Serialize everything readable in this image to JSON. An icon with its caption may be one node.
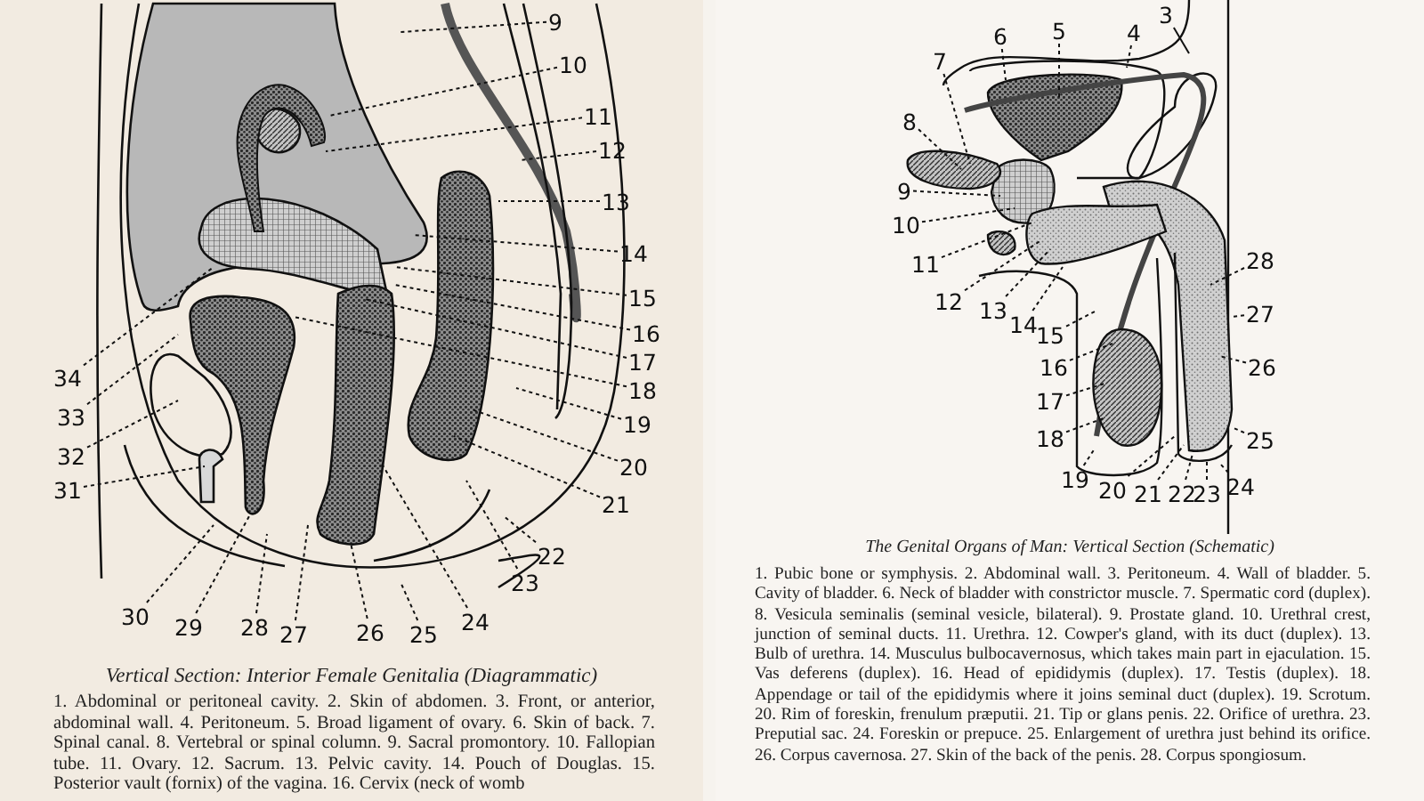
{
  "diagram": {
    "nodes": [
      {
        "text": [
          "9"
        ]
      },
      {
        "text": [
          "10"
        ]
      },
      {
        "text": [
          "11"
        ]
      },
      {
        "text": [
          "12"
        ]
      },
      {
        "text": [
          "13"
        ]
      },
      {
        "text": [
          "14"
        ]
      },
      {
        "text": [
          "15"
        ]
      },
      {
        "text": [
          "16"
        ]
      },
      {
        "text": [
          "17"
        ]
      },
      {
        "text": [
          "18"
        ]
      },
      {
        "text": [
          "19"
        ]
      },
      {
        "text": [
          "20"
        ]
      },
      {
        "text": [
          "21"
        ]
      },
      {
        "text": [
          "22"
        ]
      },
      {
        "text": [
          "23"
        ]
      },
      {
        "text": [
          "24"
        ]
      },
      {
        "text": [
          "25"
        ]
      },
      {
        "text": [
          "26"
        ]
      },
      {
        "text": [
          "27"
        ]
      },
      {
        "text": [
          "28"
        ]
      },
      {
        "text": [
          "29"
        ]
      },
      {
        "text": [
          "30"
        ]
      },
      {
        "text": [
          "31"
        ]
      },
      {
        "text": [
          "32"
        ]
      },
      {
        "text": [
          "33"
        ]
      },
      {
        "text": [
          "34"
        ]
      },
      {
        "text": [
          "3"
        ]
      },
      {
        "text": [
          "4"
        ]
      },
      {
        "text": [
          "5"
        ]
      },
      {
        "text": [
          "6"
        ]
      },
      {
        "text": [
          "7"
        ]
      },
      {
        "text": [
          "8"
        ]
      },
      {
        "text": [
          "9"
        ]
      },
      {
        "text": [
          "10"
        ]
      },
      {
        "text": [
          "11"
        ]
      },
      {
        "text": [
          "12"
        ]
      },
      {
        "text": [
          "13"
        ]
      },
      {
        "text": [
          "14"
        ]
      },
      {
        "text": [
          "15"
        ]
      },
      {
        "text": [
          "16"
        ]
      },
      {
        "text": [
          "17"
        ]
      },
      {
        "text": [
          "18"
        ]
      },
      {
        "text": [
          "19"
        ]
      },
      {
        "text": [
          "20"
        ]
      },
      {
        "text": [
          "21"
        ]
      },
      {
        "text": [
          "22"
        ]
      },
      {
        "text": [
          "23"
        ]
      },
      {
        "text": [
          "24"
        ]
      },
      {
        "text": [
          "25"
        ]
      },
      {
        "text": [
          "26"
        ]
      },
      {
        "text": [
          "27"
        ]
      },
      {
        "text": [
          "28"
        ]
      }
    ],
    "edges": [
      {
        "from": 0,
        "to": null,
        "arrow": "none",
        "style": "dashed"
      },
      {
        "from": 1,
        "to": null,
        "arrow": "none",
        "style": "dashed"
      },
      {
        "from": 2,
        "to": null,
        "arrow": "none",
        "style": "dashed"
      },
      {
        "from": 3,
        "to": null,
        "arrow": "none",
        "style": "dashed"
      },
      {
        "from": 4,
        "to": null,
        "arrow": "none",
        "style": "dashed"
      },
      {
        "from": 5,
        "to": null,
        "arrow": "none",
        "style": "dashed"
      },
      {
        "from": 6,
        "to": null,
        "arrow": "none",
        "style": "dashed"
      },
      {
        "from": 7,
        "to": null,
        "arrow": "none",
        "style": "dashed"
      },
      {
        "from": 8,
        "to": null,
        "arrow": "none",
        "style": "dashed"
      },
      {
        "from": 9,
        "to": null,
        "arrow": "none",
        "style": "dashed"
      },
      {
        "from": 10,
        "to": null,
        "arrow": "none",
        "style": "dashed"
      },
      {
        "from": 11,
        "to": null,
        "arrow": "none",
        "style": "dashed"
      },
      {
        "from": 12,
        "to": null,
        "arrow": "none",
        "style": "dashed"
      },
      {
        "from": 13,
        "to": null,
        "arrow": "none",
        "style": "dashed"
      },
      {
        "from": 14,
        "to": null,
        "arrow": "none",
        "style": "dashed"
      },
      {
        "from": 15,
        "to": null,
        "arrow": "none",
        "style": "dashed"
      },
      {
        "from": 16,
        "to": null,
        "arrow": "none",
        "style": "dashed"
      },
      {
        "from": 17,
        "to": null,
        "arrow": "none",
        "style": "dashed"
      },
      {
        "from": 18,
        "to": null,
        "arrow": "none",
        "style": "dashed"
      },
      {
        "from": 19,
        "to": null,
        "arrow": "none",
        "style": "dashed"
      },
      {
        "from": 20,
        "to": null,
        "arrow": "none",
        "style": "dashed"
      },
      {
        "from": 21,
        "to": null,
        "arrow": "none",
        "style": "dashed"
      },
      {
        "from": 22,
        "to": null,
        "arrow": "none",
        "style": "dashed"
      },
      {
        "from": 23,
        "to": null,
        "arrow": "none",
        "style": "dashed"
      },
      {
        "from": 24,
        "to": null,
        "arrow": "none",
        "style": "dashed"
      },
      {
        "from": 25,
        "to": null,
        "arrow": "none",
        "style": "dashed"
      },
      {
        "from": 26,
        "to": null,
        "arrow": "none"
      },
      {
        "from": 27,
        "to": null,
        "arrow": "none",
        "style": "dashed"
      },
      {
        "from": 28,
        "to": null,
        "arrow": "none",
        "style": "dashed"
      },
      {
        "from": 29,
        "to": null,
        "arrow": "none",
        "style": "dashed"
      },
      {
        "from": 30,
        "to": null,
        "arrow": "none",
        "style": "dashed"
      },
      {
        "from": 31,
        "to": null,
        "arrow": "none",
        "style": "dashed"
      },
      {
        "from": 32,
        "to": null,
        "arrow": "none",
        "style": "dashed"
      },
      {
        "from": 33,
        "to": null,
        "arrow": "none",
        "style": "dashed"
      },
      {
        "from": 34,
        "to": null,
        "arrow": "none",
        "style": "dashed"
      },
      {
        "from": 35,
        "to": null,
        "arrow": "none",
        "style": "dashed"
      },
      {
        "from": 36,
        "to": null,
        "arrow": "none",
        "style": "dashed"
      },
      {
        "from": 37,
        "to": null,
        "arrow": "none",
        "style": "dashed"
      },
      {
        "from": 38,
        "to": null,
        "arrow": "none",
        "style": "dashed"
      },
      {
        "from": 39,
        "to": null,
        "arrow": "none",
        "style": "dashed"
      },
      {
        "from": 40,
        "to": null,
        "arrow": "none",
        "style": "dashed"
      },
      {
        "from": 41,
        "to": null,
        "arrow": "none",
        "style": "dashed"
      },
      {
        "from": 42,
        "to": null,
        "arrow": "none",
        "style": "dashed"
      },
      {
        "from": 43,
        "to": null,
        "arrow": "none",
        "style": "dashed"
      },
      {
        "from": 44,
        "to": null,
        "arrow": "none",
        "style": "dashed"
      },
      {
        "from": 45,
        "to": null,
        "arrow": "none",
        "style": "dashed"
      },
      {
        "from": 46,
        "to": null,
        "arrow": "none",
        "style": "dashed"
      },
      {
        "from": 47,
        "to": null,
        "arrow": "none",
        "style": "dashed"
      },
      {
        "from": 48,
        "to": null,
        "arrow": "none",
        "style": "dashed"
      },
      {
        "from": 49,
        "to": null,
        "arrow": "none",
        "style": "dashed"
      },
      {
        "from": 50,
        "to": null,
        "arrow": "none",
        "style": "dashed"
      },
      {
        "from": 51,
        "to": null,
        "arrow": "none",
        "style": "dashed"
      }
    ],
    "labels": [
      "Vertical Section: Interior Female Genitalia (Diagrammatic)",
      "1. Abdominal or peritoneal cavity. 2. Skin of abdomen. 3. Front, or anterior, abdominal wall. 4. Peritoneum. 5. Broad ligament of ovary. 6. Skin of back. 7. Spinal canal. 8. Vertebral or spinal column. 9. Sacral promontory. 10. Fallopian tube. 11. Ovary. 12. Sacrum. 13. Pelvic cavity. 14. Pouch of Douglas. 15. Posterior vault (fornix) of the vagina. 16. Cervix (neck of womb",
      "The Genital Organs of Man: Vertical Section (Schematic)",
      "1. Pubic bone or symphysis. 2. Abdominal wall. 3. Peritoneum. 4. Wall of bladder. 5. Cavity of bladder. 6. Neck of bladder with constrictor muscle. 7. Spermatic cord (duplex). 8. Vesicula seminalis (seminal vesicle, bilateral). 9. Prostate gland. 10. Urethral crest, junction of seminal ducts. 11. Urethra. 12. Cowper's gland, with its duct (duplex). 13. Bulb of urethra. 14. Musculus bulbocavernosus, which takes main part in ejaculation. 15. Vas deferens (duplex). 16. Head of epididymis (duplex). 17. Testis (duplex). 18. Appendage or tail of the epididymis where it joins seminal duct (duplex). 19. Scrotum. 20. Rim of foreskin, frenulum præputii. 21. Tip or glans penis. 22. Orifice of urethra. 23. Preputial sac. 24. Foreskin or prepuce. 25. Enlargement of urethra just behind its orifice. 26. Corpus cavernosa. 27. Skin of the back of the penis. 28. Corpus spongiosum."
    ]
  }
}
